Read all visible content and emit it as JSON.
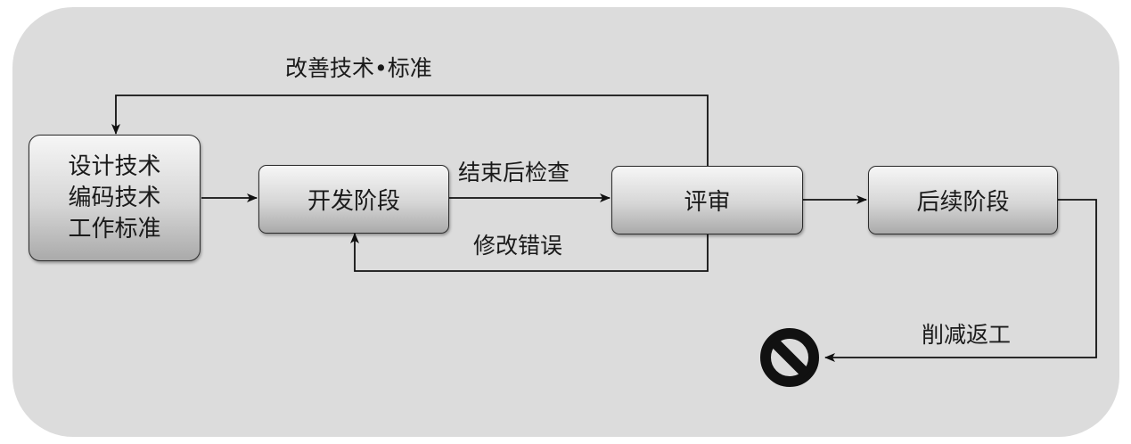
{
  "labels": {
    "feedback_top": "改善技术•标准",
    "after_check": "结束后检查",
    "fix_errors": "修改错误",
    "reduce_rework": "削减返工"
  },
  "boxes": {
    "standards": [
      "设计技术",
      "编码技术",
      "工作标准"
    ],
    "development": "开发阶段",
    "review": "评审",
    "subsequent": "后续阶段"
  },
  "icons": {
    "stop": "no-entry-icon"
  }
}
